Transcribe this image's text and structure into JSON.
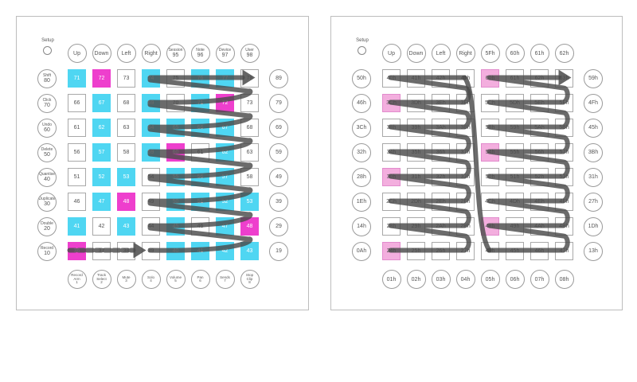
{
  "left_grid": {
    "setup_label": "Setup",
    "top_buttons": [
      {
        "lines": [
          "Up"
        ]
      },
      {
        "lines": [
          "Down"
        ]
      },
      {
        "lines": [
          "Left"
        ]
      },
      {
        "lines": [
          "Right"
        ]
      },
      {
        "lines": [
          "Session",
          "95"
        ]
      },
      {
        "lines": [
          "Note",
          "96"
        ]
      },
      {
        "lines": [
          "Device",
          "97"
        ]
      },
      {
        "lines": [
          "User",
          "98"
        ]
      }
    ],
    "left_buttons": [
      {
        "lines": [
          "Shift",
          "80"
        ]
      },
      {
        "lines": [
          "Click",
          "70"
        ]
      },
      {
        "lines": [
          "Undo",
          "60"
        ]
      },
      {
        "lines": [
          "Delete",
          "50"
        ]
      },
      {
        "lines": [
          "Quantise",
          "40"
        ]
      },
      {
        "lines": [
          "Duplicate",
          "30"
        ]
      },
      {
        "lines": [
          "Double",
          "20"
        ]
      },
      {
        "lines": [
          "Record",
          "10"
        ]
      }
    ],
    "right_buttons": [
      "89",
      "79",
      "69",
      "59",
      "49",
      "39",
      "29",
      "19"
    ],
    "bottom_buttons": [
      {
        "lines": [
          "Record",
          "Arm",
          "1"
        ]
      },
      {
        "lines": [
          "Track",
          "Select",
          "2"
        ]
      },
      {
        "lines": [
          "Mute",
          "3"
        ]
      },
      {
        "lines": [
          "Solo",
          "4"
        ]
      },
      {
        "lines": [
          "Volume",
          "5"
        ]
      },
      {
        "lines": [
          "Pan",
          "6"
        ]
      },
      {
        "lines": [
          "Sends",
          "7"
        ]
      },
      {
        "lines": [
          "Stop",
          "Clip",
          "8"
        ]
      }
    ],
    "pads": [
      [
        "71",
        "72",
        "73",
        "74",
        "75",
        "76",
        "77",
        "78"
      ],
      [
        "66",
        "67",
        "68",
        "69",
        "70",
        "71",
        "72",
        "73"
      ],
      [
        "61",
        "62",
        "63",
        "64",
        "65",
        "66",
        "67",
        "68"
      ],
      [
        "56",
        "57",
        "58",
        "59",
        "60",
        "61",
        "62",
        "63"
      ],
      [
        "51",
        "52",
        "53",
        "54",
        "55",
        "56",
        "57",
        "58"
      ],
      [
        "46",
        "47",
        "48",
        "49",
        "50",
        "51",
        "52",
        "53"
      ],
      [
        "41",
        "42",
        "43",
        "44",
        "45",
        "46",
        "47",
        "48"
      ],
      [
        "36",
        "37",
        "38",
        "39",
        "40",
        "41",
        "42",
        "43"
      ]
    ],
    "pad_colors": [
      [
        "cyan",
        "magenta",
        "none",
        "cyan",
        "none",
        "cyan",
        "cyan",
        "none"
      ],
      [
        "none",
        "cyan",
        "none",
        "cyan",
        "none",
        "cyan",
        "magenta",
        "none"
      ],
      [
        "none",
        "cyan",
        "none",
        "cyan",
        "cyan",
        "cyan",
        "cyan",
        "none"
      ],
      [
        "none",
        "cyan",
        "none",
        "cyan",
        "magenta",
        "none",
        "cyan",
        "none"
      ],
      [
        "none",
        "cyan",
        "cyan",
        "none",
        "cyan",
        "cyan",
        "cyan",
        "none"
      ],
      [
        "none",
        "cyan",
        "magenta",
        "none",
        "cyan",
        "cyan",
        "cyan",
        "cyan"
      ],
      [
        "cyan",
        "none",
        "cyan",
        "none",
        "cyan",
        "none",
        "cyan",
        "magenta"
      ],
      [
        "magenta",
        "none",
        "none",
        "none",
        "cyan",
        "cyan",
        "cyan",
        "cyan"
      ]
    ]
  },
  "right_grid": {
    "setup_label": "Setup",
    "top_buttons": [
      "Up",
      "Down",
      "Left",
      "Right",
      "5Fh",
      "60h",
      "61h",
      "62h"
    ],
    "left_buttons": [
      "50h",
      "46h",
      "3Ch",
      "32h",
      "28h",
      "1Eh",
      "14h",
      "0Ah"
    ],
    "right_buttons": [
      "59h",
      "4Fh",
      "45h",
      "3Bh",
      "31h",
      "27h",
      "1Dh",
      "13h"
    ],
    "bottom_buttons": [
      "01h",
      "02h",
      "03h",
      "04h",
      "05h",
      "06h",
      "07h",
      "08h"
    ],
    "pads": [
      [
        "40h",
        "41h",
        "42h",
        "43h",
        "60h",
        "61h",
        "62h",
        "63h"
      ],
      [
        "3Ch",
        "3Dh",
        "3Eh",
        "3Fh",
        "5Ch",
        "5Dh",
        "5Eh",
        "5Fh"
      ],
      [
        "38h",
        "39h",
        "3Ah",
        "3Bh",
        "58h",
        "59h",
        "5Ah",
        "5Bh"
      ],
      [
        "34h",
        "35h",
        "36h",
        "37h",
        "54h",
        "55h",
        "56h",
        "57h"
      ],
      [
        "30h",
        "31h",
        "32h",
        "33h",
        "50h",
        "51h",
        "52h",
        "53h"
      ],
      [
        "2Ch",
        "2Dh",
        "2Eh",
        "2Fh",
        "4Ch",
        "4Dh",
        "4Eh",
        "4Fh"
      ],
      [
        "28h",
        "29h",
        "2Ah",
        "2Bh",
        "48h",
        "49h",
        "4Ah",
        "4Bh"
      ],
      [
        "24h",
        "25h",
        "26h",
        "27h",
        "44h",
        "45h",
        "46h",
        "47h"
      ]
    ],
    "pad_colors": [
      [
        "none",
        "none",
        "none",
        "none",
        "pink",
        "none",
        "none",
        "none"
      ],
      [
        "pink",
        "none",
        "none",
        "none",
        "none",
        "none",
        "none",
        "none"
      ],
      [
        "none",
        "none",
        "none",
        "none",
        "none",
        "none",
        "none",
        "none"
      ],
      [
        "none",
        "none",
        "none",
        "none",
        "pink",
        "none",
        "none",
        "none"
      ],
      [
        "pink",
        "none",
        "none",
        "none",
        "none",
        "none",
        "none",
        "none"
      ],
      [
        "none",
        "none",
        "none",
        "none",
        "none",
        "none",
        "none",
        "none"
      ],
      [
        "none",
        "none",
        "none",
        "none",
        "pink",
        "none",
        "none",
        "none"
      ],
      [
        "pink",
        "none",
        "none",
        "none",
        "none",
        "none",
        "none",
        "none"
      ]
    ]
  },
  "colors": {
    "cyan": "#4fd6f2",
    "magenta": "#ee3fcd",
    "pink": "#f3aede",
    "arrow": "#4a4a4a"
  }
}
